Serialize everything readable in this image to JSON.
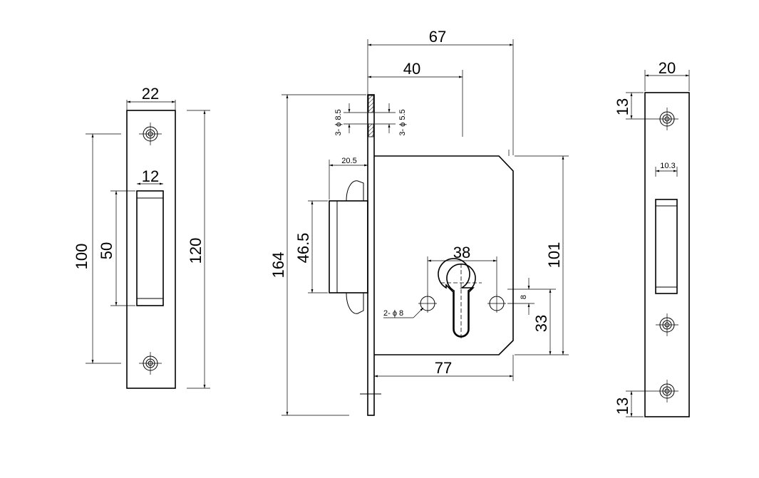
{
  "left_strike": {
    "width": "22",
    "slot_width": "12",
    "hole_spacing": "100",
    "slot_height": "50",
    "height": "120"
  },
  "lock_body": {
    "total_depth": "67",
    "backset": "40",
    "hole_face_a": "3- ϕ 8.5",
    "hole_face_b": "3- ϕ 5.5",
    "latch_throw": "20.5",
    "latch_height": "46.5",
    "faceplate_height": "164",
    "cylinder_width": "38",
    "case_width": "77",
    "case_height": "101",
    "cyl_center_height": "33",
    "cyl_offset": "8",
    "fix_holes": "2- ϕ 8"
  },
  "right_strike": {
    "width": "20",
    "top_hole_offset": "13",
    "slot_width": "10.3",
    "bottom_hole_offset": "13"
  }
}
